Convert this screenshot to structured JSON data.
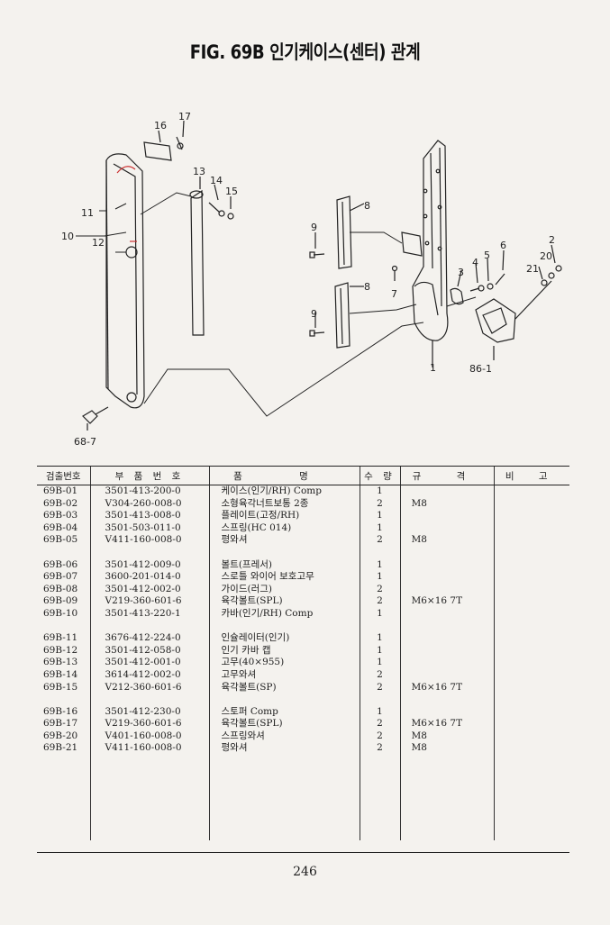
{
  "title": "FIG. 69B 인기케이스(센터) 관계",
  "callouts": {
    "c16": "16",
    "c17": "17",
    "c13": "13",
    "c14": "14",
    "c15": "15",
    "c11": "11",
    "c10": "10",
    "c12": "12",
    "c9a": "9",
    "c8a": "8",
    "c9b": "9",
    "c8b": "8",
    "c7": "7",
    "c1": "1",
    "c3": "3",
    "c4": "4",
    "c5": "5",
    "c6": "6",
    "c20": "20",
    "c2": "2",
    "c21": "21",
    "c86_1": "86-1",
    "c68_7": "68-7"
  },
  "table": {
    "headers": [
      "검출번호",
      "부 품 번 호",
      "품 명",
      "수 량",
      "규 격",
      "비 고"
    ],
    "groups": [
      [
        {
          "no": "69B-01",
          "part": "3501-413-200-0",
          "name": "케이스(인기/RH) Comp",
          "qty": "1",
          "spec": ""
        },
        {
          "no": "69B-02",
          "part": "V304-260-008-0",
          "name": "소형육각너트보통 2종",
          "qty": "2",
          "spec": "M8"
        },
        {
          "no": "69B-03",
          "part": "3501-413-008-0",
          "name": "플레이트(고정/RH)",
          "qty": "1",
          "spec": ""
        },
        {
          "no": "69B-04",
          "part": "3501-503-011-0",
          "name": "스프링(HC 014)",
          "qty": "1",
          "spec": ""
        },
        {
          "no": "69B-05",
          "part": "V411-160-008-0",
          "name": "평와셔",
          "qty": "2",
          "spec": "M8"
        }
      ],
      [
        {
          "no": "69B-06",
          "part": "3501-412-009-0",
          "name": "볼트(프레서)",
          "qty": "1",
          "spec": ""
        },
        {
          "no": "69B-07",
          "part": "3600-201-014-0",
          "name": "스로틀 와이어 보호고무",
          "qty": "1",
          "spec": ""
        },
        {
          "no": "69B-08",
          "part": "3501-412-002-0",
          "name": "가이드(러그)",
          "qty": "2",
          "spec": ""
        },
        {
          "no": "69B-09",
          "part": "V219-360-601-6",
          "name": "육각볼트(SPL)",
          "qty": "2",
          "spec": "M6×16 7T"
        },
        {
          "no": "69B-10",
          "part": "3501-413-220-1",
          "name": "카바(인기/RH) Comp",
          "qty": "1",
          "spec": ""
        }
      ],
      [
        {
          "no": "69B-11",
          "part": "3676-412-224-0",
          "name": "인슐레이터(인기)",
          "qty": "1",
          "spec": ""
        },
        {
          "no": "69B-12",
          "part": "3501-412-058-0",
          "name": "인기 카바 캡",
          "qty": "1",
          "spec": ""
        },
        {
          "no": "69B-13",
          "part": "3501-412-001-0",
          "name": "고무(40×955)",
          "qty": "1",
          "spec": ""
        },
        {
          "no": "69B-14",
          "part": "3614-412-002-0",
          "name": "고무와셔",
          "qty": "2",
          "spec": ""
        },
        {
          "no": "69B-15",
          "part": "V212-360-601-6",
          "name": "육각볼트(SP)",
          "qty": "2",
          "spec": "M6×16 7T"
        }
      ],
      [
        {
          "no": "69B-16",
          "part": "3501-412-230-0",
          "name": "스토퍼 Comp",
          "qty": "1",
          "spec": ""
        },
        {
          "no": "69B-17",
          "part": "V219-360-601-6",
          "name": "육각볼트(SPL)",
          "qty": "2",
          "spec": "M6×16 7T"
        },
        {
          "no": "69B-20",
          "part": "V401-160-008-0",
          "name": "스프링와셔",
          "qty": "2",
          "spec": "M8"
        },
        {
          "no": "69B-21",
          "part": "V411-160-008-0",
          "name": "평와셔",
          "qty": "2",
          "spec": "M8"
        }
      ]
    ]
  },
  "page_number": "246"
}
